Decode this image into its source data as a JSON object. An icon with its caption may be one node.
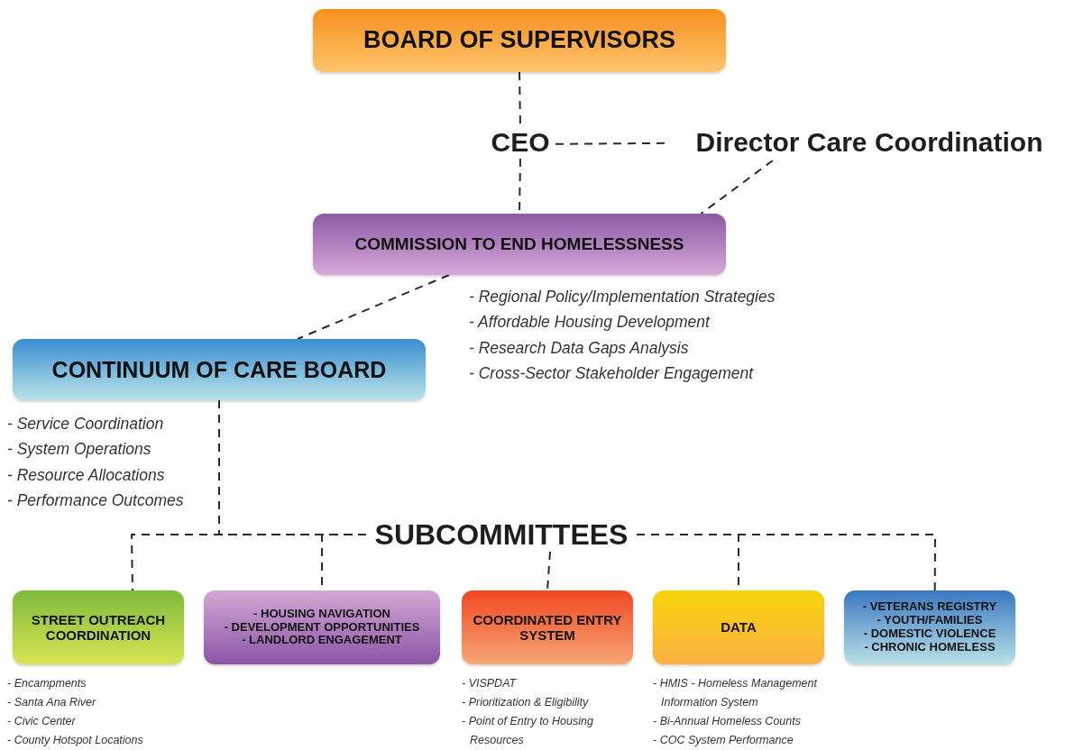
{
  "diagram": {
    "nodes": [
      {
        "text": [
          "BOARD OF SUPERVISORS"
        ]
      },
      {
        "text": [
          "CEO"
        ]
      },
      {
        "text": [
          "Director Care Coordination"
        ]
      },
      {
        "text": [
          "COMMISSION TO END HOMELESSNESS"
        ],
        "beside": [
          "- Regional Policy/Implementation Strategies",
          "- Affordable Housing Development",
          "- Research Data Gaps Analysis",
          "- Cross-Sector Stakeholder Engagement"
        ]
      },
      {
        "text": [
          "CONTINUUM OF CARE BOARD"
        ],
        "beside": [
          "- Service Coordination",
          "- System Operations",
          "- Resource Allocations",
          "- Performance Outcomes"
        ]
      },
      {
        "text": [
          "SUBCOMMITTEES"
        ]
      },
      {
        "text": [
          "STREET OUTREACH COORDINATION"
        ],
        "beside": [
          "- Encampments",
          "- Santa Ana River",
          "- Civic Center",
          "- County Hotspot Locations"
        ]
      },
      {
        "text": [
          "- HOUSING NAVIGATION",
          "- DEVELOPMENT OPPORTUNITIES",
          "- LANDLORD ENGAGEMENT"
        ]
      },
      {
        "text": [
          "COORDINATED ENTRY SYSTEM"
        ],
        "beside": [
          "- VISPDAT",
          "- Prioritization & Eligibility",
          "- Point of Entry to Housing Resources"
        ]
      },
      {
        "text": [
          "DATA"
        ],
        "beside": [
          "- HMIS - Homeless Management Information System",
          "- Bi-Annual Homeless Counts",
          "- COC System Performance"
        ]
      },
      {
        "text": [
          "- VETERANS REGISTRY",
          "- YOUTH/FAMILIES",
          "- DOMESTIC VIOLENCE",
          "- CHRONIC HOMELESS"
        ]
      }
    ],
    "edges": [
      {
        "from": 0,
        "to": 1,
        "arrow": "none",
        "style": "dashed"
      },
      {
        "from": 1,
        "to": 3,
        "arrow": "none",
        "style": "dashed"
      },
      {
        "from": 1,
        "to": 2,
        "arrow": "none",
        "style": "dashed"
      },
      {
        "from": 2,
        "to": 3,
        "arrow": "none",
        "style": "dashed"
      },
      {
        "from": 3,
        "to": 4,
        "arrow": "none",
        "style": "dashed"
      },
      {
        "from": 4,
        "to": 5,
        "arrow": "none",
        "style": "dashed"
      },
      {
        "from": 5,
        "to": 6,
        "arrow": "none",
        "style": "dashed"
      },
      {
        "from": 5,
        "to": 7,
        "arrow": "none",
        "style": "dashed"
      },
      {
        "from": 5,
        "to": 8,
        "arrow": "none",
        "style": "dashed"
      },
      {
        "from": 5,
        "to": 9,
        "arrow": "none",
        "style": "dashed"
      },
      {
        "from": 5,
        "to": 10,
        "arrow": "none",
        "style": "dashed"
      }
    ]
  }
}
